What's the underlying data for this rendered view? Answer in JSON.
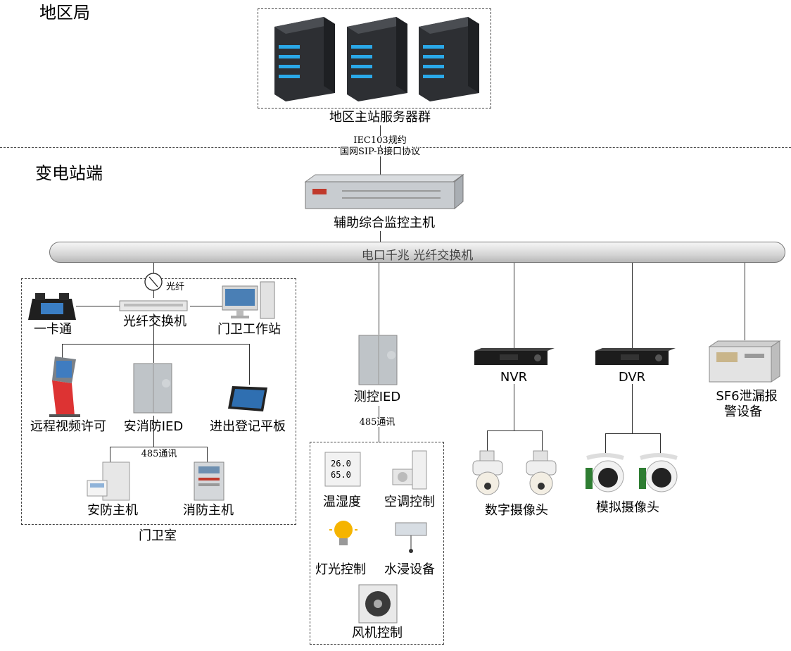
{
  "regions": {
    "district": "地区局",
    "substation": "变电站端"
  },
  "master": {
    "server_group": "地区主站服务器群",
    "protocol_line1": "IEC103规约",
    "protocol_line2": "国网SIP-B接口协议"
  },
  "host": {
    "label": "辅助综合监控主机"
  },
  "bus": {
    "label": "电口千兆 光纤交换机"
  },
  "guard_room": {
    "title": "门卫室",
    "fiber_label": "光纤",
    "fiber_switch": "光纤交换机",
    "one_card": "一卡通",
    "workstation": "门卫工作站",
    "remote_video": "远程视频许可",
    "security_ied": "安消防IED",
    "tablet": "进出登记平板",
    "comm_485": "485通讯",
    "security_host": "安防主机",
    "fire_host": "消防主机"
  },
  "measure": {
    "ied": "测控IED",
    "comm_485": "485通讯",
    "temp_humidity": "温湿度",
    "ac_control": "空调控制",
    "light_control": "灯光控制",
    "water_device": "水浸设备",
    "fan_control": "风机控制",
    "temp_display_1": "26.0",
    "temp_display_2": "65.0"
  },
  "video": {
    "nvr": "NVR",
    "dvr": "DVR",
    "digital_camera": "数字摄像头",
    "analog_camera": "模拟摄像头"
  },
  "sf6": {
    "line1": "SF6泄漏报",
    "line2": "警设备"
  },
  "colors": {
    "server_dark": "#2d2f33",
    "server_led": "#2aa8e8",
    "device_gray": "#bfc4c8",
    "recorder_black": "#1c1c1c"
  }
}
